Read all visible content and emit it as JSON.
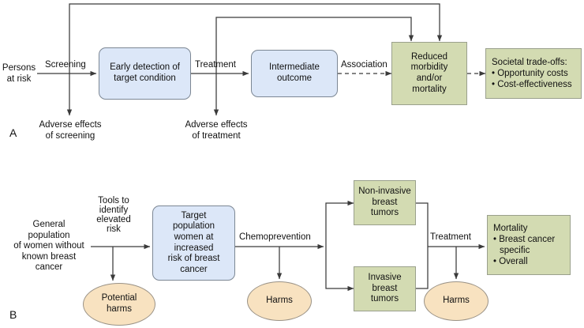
{
  "figure": {
    "type": "analytic-framework-flowchart",
    "colors": {
      "box_blue_fill": "#dce7f8",
      "box_green_fill": "#d3dbb2",
      "ellipse_fill": "#f8e2c0",
      "line": "#3a3a3a",
      "text": "#111111"
    }
  },
  "panel_a": {
    "letter": "A",
    "nodes": {
      "persons_at_risk": "Persons\nat risk",
      "early_detection": "Early detection of\ntarget condition",
      "intermediate_outcome": "Intermediate\noutcome",
      "reduced_morbidity": "Reduced\nmorbidity\nand/or\nmortality",
      "societal_tradeoffs_title": "Societal trade-offs:",
      "societal_tradeoffs_items": [
        "• Opportunity costs",
        "• Cost-effectiveness"
      ],
      "adverse_effects_screening": "Adverse effects\nof screening",
      "adverse_effects_treatment": "Adverse effects\nof treatment"
    },
    "edge_labels": {
      "screening": "Screening",
      "treatment": "Treatment",
      "association": "Association"
    }
  },
  "panel_b": {
    "letter": "B",
    "nodes": {
      "general_population": "General\npopulation\nof women without\nknown breast\ncancer",
      "target_population": "Target\npopulation\nwomen at\nincreased\nrisk of breast\ncancer",
      "potential_harms": "Potential\nharms",
      "harms_mid": "Harms",
      "harms_right": "Harms",
      "non_invasive": "Non-invasive\nbreast\ntumors",
      "invasive": "Invasive\nbreast\ntumors",
      "mortality_title": "Mortality",
      "mortality_items": [
        "• Breast cancer",
        "specific",
        "• Overall"
      ]
    },
    "edge_labels": {
      "tools_to_identify": "Tools to\nidentify\nelevated\nrisk",
      "chemoprevention": "Chemoprevention",
      "treatment": "Treatment"
    }
  }
}
